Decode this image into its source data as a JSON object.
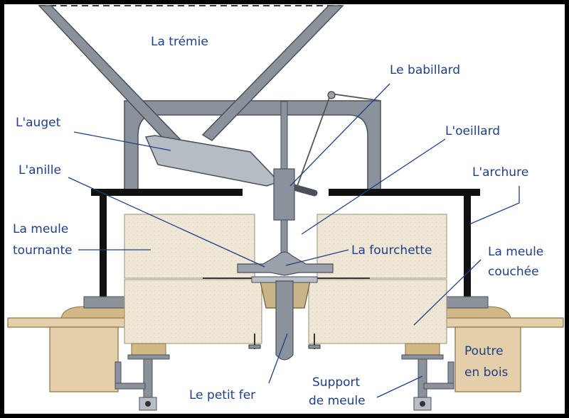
{
  "labels": {
    "tremie": "La trémie",
    "babillard": "Le babillard",
    "auget": "L'auget",
    "oeillard": "L'oeillard",
    "anille": "L'anille",
    "archure": "L'archure",
    "meule_tournante_1": "La meule",
    "meule_tournante_2": "tournante",
    "fourchette": "La fourchette",
    "meule_couchee_1": "La meule",
    "meule_couchee_2": "couchée",
    "poutre_1": "Poutre",
    "poutre_2": "en bois",
    "support_1": "Support",
    "support_2": "de meule",
    "petit_fer": "Le petit fer"
  },
  "colors": {
    "label_text": "#1f3f86",
    "leader_line": "#1f3f86",
    "stone_fill": "#efe7d6",
    "metal_fill": "#8a929c",
    "wood_fill": "#e3cfa9",
    "archure_black": "#111111"
  }
}
